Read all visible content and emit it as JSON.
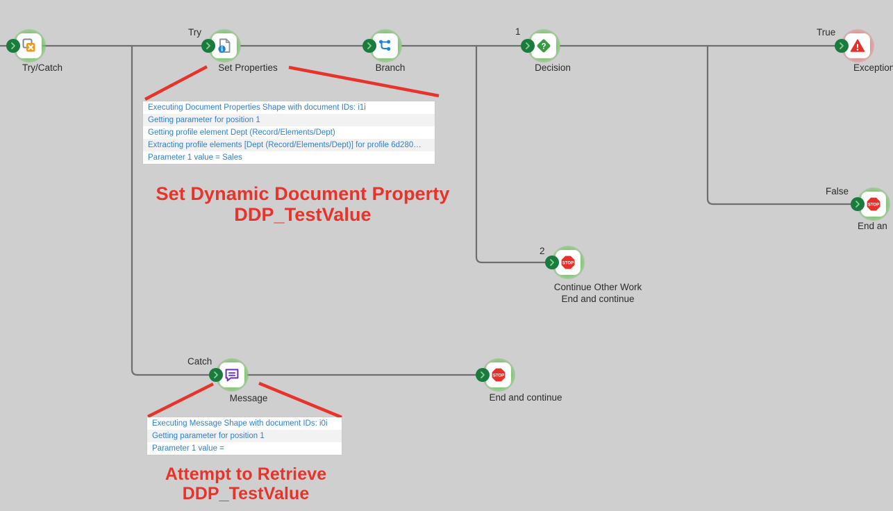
{
  "canvas": {
    "background": "#cfcfcf",
    "wire_color": "#6e6e6e",
    "annotation_color": "#e8332a",
    "log_text_color": "#2f7fd6",
    "halo_ok_color": "#7dc36e",
    "halo_error_color": "#e28c8c"
  },
  "nodes": [
    {
      "id": "try-catch",
      "label": "Try/Catch",
      "icon": "try-catch-icon",
      "status": "ok"
    },
    {
      "id": "set-properties",
      "label": "Set Properties",
      "icon": "document-properties-icon",
      "status": "ok"
    },
    {
      "id": "branch",
      "label": "Branch",
      "icon": "branch-icon",
      "status": "ok"
    },
    {
      "id": "decision",
      "label": "Decision",
      "icon": "decision-icon",
      "status": "ok"
    },
    {
      "id": "exception",
      "label": "Exception",
      "icon": "exception-icon",
      "status": "error"
    },
    {
      "id": "end-false",
      "label": "End an",
      "icon": "stop-icon",
      "status": "ok"
    },
    {
      "id": "continue-other-work",
      "label": "Continue Other Work\nEnd and continue",
      "icon": "stop-icon",
      "status": "ok"
    },
    {
      "id": "message",
      "label": "Message",
      "icon": "message-icon",
      "status": "ok"
    },
    {
      "id": "end-catch",
      "label": "End and continue",
      "icon": "stop-icon",
      "status": "ok"
    }
  ],
  "edge_labels": {
    "try": "Try",
    "catch": "Catch",
    "branch_1": "1",
    "branch_2": "2",
    "decision_true": "True",
    "decision_false": "False"
  },
  "log_panel_top": {
    "rows": [
      "Executing Document Properties Shape with document IDs: i1i",
      "Getting parameter for position 1",
      "Getting profile element Dept (Record/Elements/Dept)",
      "Extracting profile elements [Dept (Record/Elements/Dept)] for profile 6d280…",
      "Parameter 1 value = Sales"
    ]
  },
  "log_panel_bottom": {
    "rows": [
      "Executing Message Shape with document IDs: i0i",
      "Getting parameter for position 1",
      "Parameter 1 value ="
    ]
  },
  "annotations": {
    "top": "Set Dynamic Document Property\nDDP_TestValue",
    "bottom": "Attempt to Retrieve\nDDP_TestValue"
  }
}
